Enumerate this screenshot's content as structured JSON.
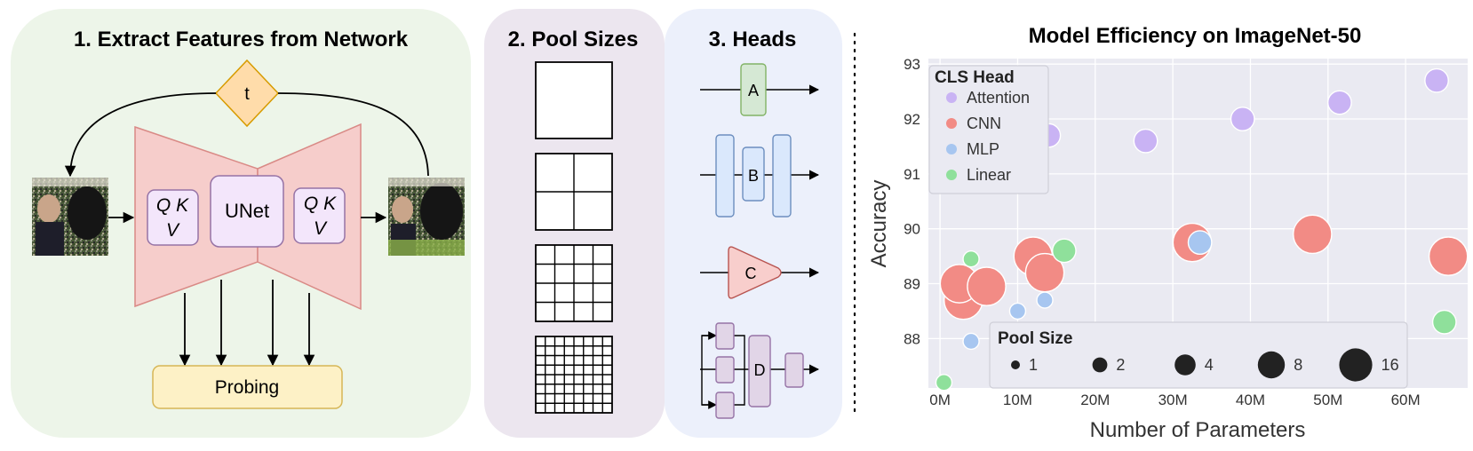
{
  "panels": {
    "extract": {
      "title": "1. Extract Features from Network",
      "timestep": "t",
      "qkv_line1": "Q K",
      "qkv_line2": "V",
      "unet": "UNet",
      "probing": "Probing"
    },
    "pool": {
      "title": "2. Pool Sizes",
      "grids": [
        1,
        2,
        4,
        8
      ]
    },
    "heads": {
      "title": "3. Heads",
      "labels": [
        "A",
        "B",
        "C",
        "D"
      ]
    }
  },
  "colors": {
    "extract_bg": "#edf5e9",
    "pool_bg": "#ece6ef",
    "heads_bg": "#ecf0fb",
    "unet_trapezoid": "#f6cdcb",
    "qkv_box": "#f3e6fb",
    "probing_box": "#fdf1c6",
    "timestep": "#ffdcaa",
    "head_a": "#d5e8d4",
    "head_b": "#dae8fc",
    "head_c": "#f8cecc",
    "head_d": "#e1d5e7"
  },
  "chart_data": {
    "type": "scatter",
    "title": "Model Efficiency on ImageNet-50",
    "xlabel": "Number of Parameters",
    "ylabel": "Accuracy",
    "xlim": [
      -1.5,
      68
    ],
    "ylim": [
      87.1,
      93.1
    ],
    "xticks": [
      0,
      10,
      20,
      30,
      40,
      50,
      60
    ],
    "xtick_labels": [
      "0M",
      "10M",
      "20M",
      "30M",
      "40M",
      "50M",
      "60M"
    ],
    "yticks": [
      88,
      89,
      90,
      91,
      92,
      93
    ],
    "ytick_labels": [
      "88",
      "89",
      "90",
      "91",
      "92",
      "93"
    ],
    "grid": true,
    "legend": {
      "title": "CLS Head",
      "placement": "top-left",
      "entries": [
        "Attention",
        "CNN",
        "MLP",
        "Linear"
      ]
    },
    "size_legend": {
      "title": "Pool Size",
      "placement": "bottom",
      "entries": [
        1,
        2,
        4,
        8,
        16
      ]
    },
    "series": [
      {
        "name": "Attention",
        "color": "#c9b3f4",
        "points": [
          [
            14,
            91.7,
            2
          ],
          [
            26.5,
            91.6,
            2
          ],
          [
            39,
            92.0,
            2
          ],
          [
            51.5,
            92.3,
            2
          ],
          [
            64,
            92.7,
            2
          ]
        ]
      },
      {
        "name": "CNN",
        "color": "#f28b85",
        "points": [
          [
            3,
            88.7,
            8
          ],
          [
            2.5,
            89.0,
            8
          ],
          [
            6,
            88.95,
            8
          ],
          [
            12,
            89.5,
            8
          ],
          [
            13.5,
            89.2,
            8
          ],
          [
            32.5,
            89.75,
            8
          ],
          [
            48,
            89.9,
            8
          ],
          [
            65.5,
            89.5,
            8
          ]
        ]
      },
      {
        "name": "MLP",
        "color": "#a7c6f0",
        "points": [
          [
            4,
            87.95,
            1
          ],
          [
            10,
            88.5,
            1
          ],
          [
            13.5,
            88.7,
            1
          ],
          [
            33.5,
            89.75,
            2
          ]
        ]
      },
      {
        "name": "Linear",
        "color": "#8fe09b",
        "points": [
          [
            0.5,
            87.2,
            1
          ],
          [
            4,
            89.45,
            1
          ],
          [
            16,
            89.6,
            2
          ],
          [
            65,
            88.3,
            2
          ]
        ]
      }
    ]
  }
}
